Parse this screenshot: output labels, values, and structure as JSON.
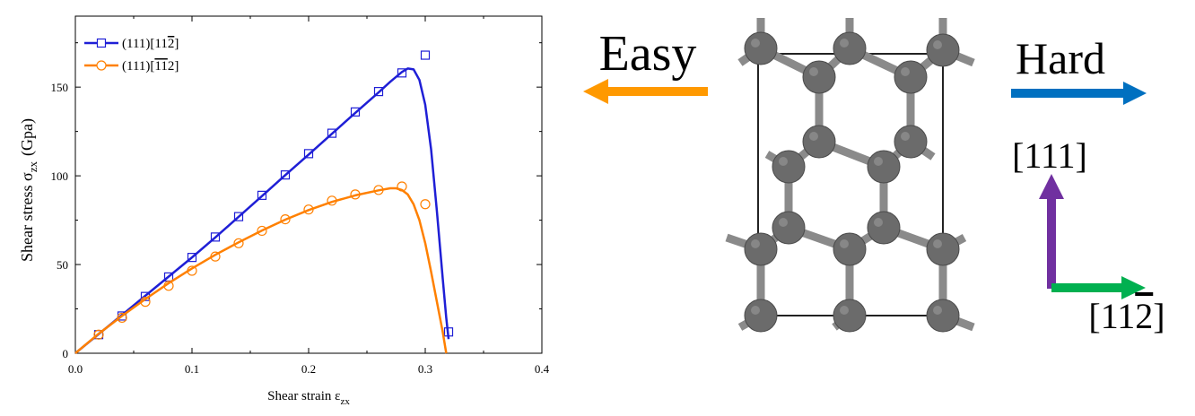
{
  "chart_data": {
    "type": "line",
    "xlabel_main": "Shear strain ε",
    "xlabel_sub": "zx",
    "ylabel_main": "Shear stress σ",
    "ylabel_sub": "zx",
    "ylabel_unit": "(Gpa)",
    "xlim": [
      0,
      0.4
    ],
    "ylim": [
      0,
      190
    ],
    "xticks": [
      0.0,
      0.1,
      0.2,
      0.3,
      0.4
    ],
    "xtick_labels": [
      "0.0",
      "0.1",
      "0.2",
      "0.3",
      "0.4"
    ],
    "yticks": [
      0,
      50,
      100,
      150
    ],
    "ytick_labels": [
      "0",
      "50",
      "100",
      "150"
    ],
    "legend_position": "top-left",
    "grid": false,
    "series": [
      {
        "name_prefix": "(111)[11",
        "name_overline": "2",
        "name_suffix": "]",
        "color": "#1f1fd6",
        "marker": "square",
        "points": [
          [
            0.02,
            10.5
          ],
          [
            0.04,
            21
          ],
          [
            0.06,
            32
          ],
          [
            0.08,
            43
          ],
          [
            0.1,
            54
          ],
          [
            0.12,
            65.5
          ],
          [
            0.14,
            77
          ],
          [
            0.16,
            89
          ],
          [
            0.18,
            100.5
          ],
          [
            0.2,
            112.5
          ],
          [
            0.22,
            124
          ],
          [
            0.24,
            136
          ],
          [
            0.26,
            147.5
          ],
          [
            0.28,
            158
          ],
          [
            0.3,
            168
          ],
          [
            0.32,
            12
          ]
        ],
        "curve": [
          [
            0,
            0
          ],
          [
            0.02,
            10.8
          ],
          [
            0.04,
            21.6
          ],
          [
            0.06,
            32.4
          ],
          [
            0.08,
            43.2
          ],
          [
            0.1,
            54
          ],
          [
            0.12,
            65.3
          ],
          [
            0.14,
            76.9
          ],
          [
            0.16,
            88.6
          ],
          [
            0.18,
            100.4
          ],
          [
            0.2,
            112
          ],
          [
            0.22,
            123.7
          ],
          [
            0.24,
            135.5
          ],
          [
            0.26,
            147
          ],
          [
            0.27,
            153
          ],
          [
            0.28,
            158.5
          ],
          [
            0.285,
            160.5
          ],
          [
            0.29,
            160
          ],
          [
            0.295,
            154
          ],
          [
            0.3,
            140
          ],
          [
            0.305,
            115
          ],
          [
            0.31,
            80
          ],
          [
            0.315,
            42
          ],
          [
            0.318,
            20
          ],
          [
            0.32,
            8
          ]
        ]
      },
      {
        "name_prefix": "(111)[",
        "name_overline": "11",
        "name_suffix": "2]",
        "color": "#ff8000",
        "marker": "circle",
        "points": [
          [
            0.02,
            10.5
          ],
          [
            0.04,
            20
          ],
          [
            0.06,
            29
          ],
          [
            0.08,
            38
          ],
          [
            0.1,
            46.5
          ],
          [
            0.12,
            54.5
          ],
          [
            0.14,
            62
          ],
          [
            0.16,
            69
          ],
          [
            0.18,
            75.5
          ],
          [
            0.2,
            81
          ],
          [
            0.22,
            86
          ],
          [
            0.24,
            89.5
          ],
          [
            0.26,
            92
          ],
          [
            0.28,
            94
          ],
          [
            0.3,
            84
          ]
        ],
        "curve": [
          [
            0,
            0
          ],
          [
            0.02,
            11
          ],
          [
            0.04,
            21
          ],
          [
            0.06,
            30.5
          ],
          [
            0.08,
            39.5
          ],
          [
            0.1,
            47.8
          ],
          [
            0.12,
            55.5
          ],
          [
            0.14,
            62.5
          ],
          [
            0.16,
            69.2
          ],
          [
            0.18,
            75.3
          ],
          [
            0.2,
            80.7
          ],
          [
            0.22,
            85.3
          ],
          [
            0.24,
            89
          ],
          [
            0.26,
            91.8
          ],
          [
            0.27,
            93
          ],
          [
            0.275,
            93
          ],
          [
            0.28,
            92
          ],
          [
            0.285,
            89.5
          ],
          [
            0.29,
            84
          ],
          [
            0.295,
            75
          ],
          [
            0.3,
            62
          ],
          [
            0.305,
            46
          ],
          [
            0.31,
            29
          ],
          [
            0.315,
            12
          ],
          [
            0.318,
            0
          ]
        ]
      }
    ]
  },
  "illustration": {
    "easy_label": "Easy",
    "hard_label": "Hard",
    "axis_111_label": "[111]",
    "axis_112_prefix": "[11",
    "axis_112_overline": "2",
    "axis_112_suffix": "]",
    "easy_arrow_color": "#ff9900",
    "hard_arrow_color": "#0070c0",
    "up_arrow_color": "#7030a0",
    "right_arrow_color": "#00b050",
    "atom_color": "#6b6b6b",
    "bond_color": "#8a8a8a"
  }
}
